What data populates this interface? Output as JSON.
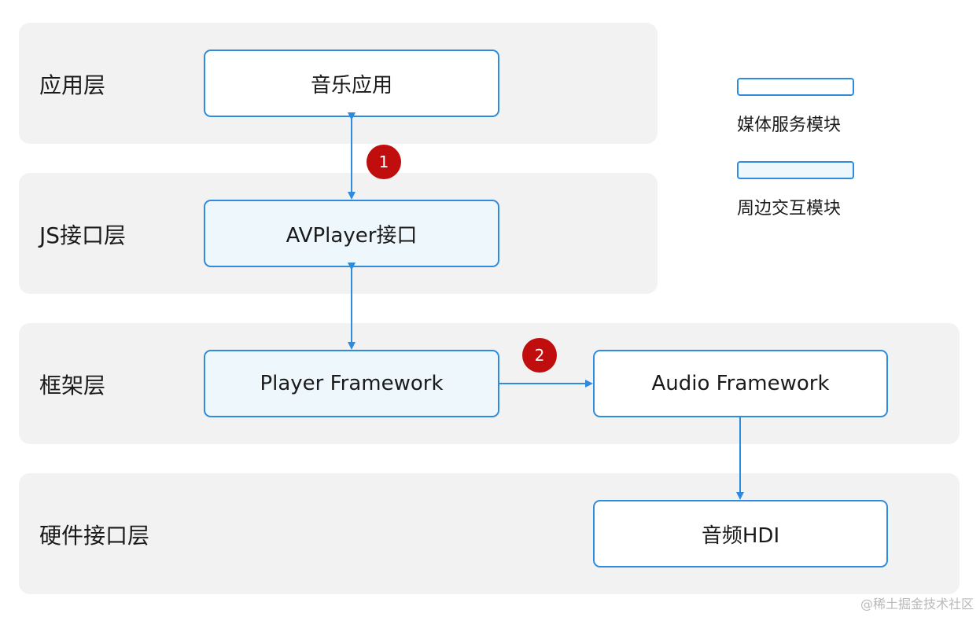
{
  "layers": {
    "app": "应用层",
    "js": "JS接口层",
    "framework": "框架层",
    "hardware": "硬件接口层"
  },
  "modules": {
    "music_app": "音乐应用",
    "avplayer": "AVPlayer接口",
    "player_framework": "Player Framework",
    "audio_framework": "Audio Framework",
    "audio_hdi": "音频HDI"
  },
  "legend": {
    "media": "媒体服务模块",
    "peripheral": "周边交互模块"
  },
  "badges": [
    "1",
    "2"
  ],
  "colors": {
    "box_border": "#2f8bdb",
    "arrow": "#2f8bdb",
    "badge": "#c00d0d",
    "layer_bg": "#f2f2f3",
    "peripheral_fill": "#eef7fb"
  },
  "watermark": "@稀土掘金技术社区"
}
